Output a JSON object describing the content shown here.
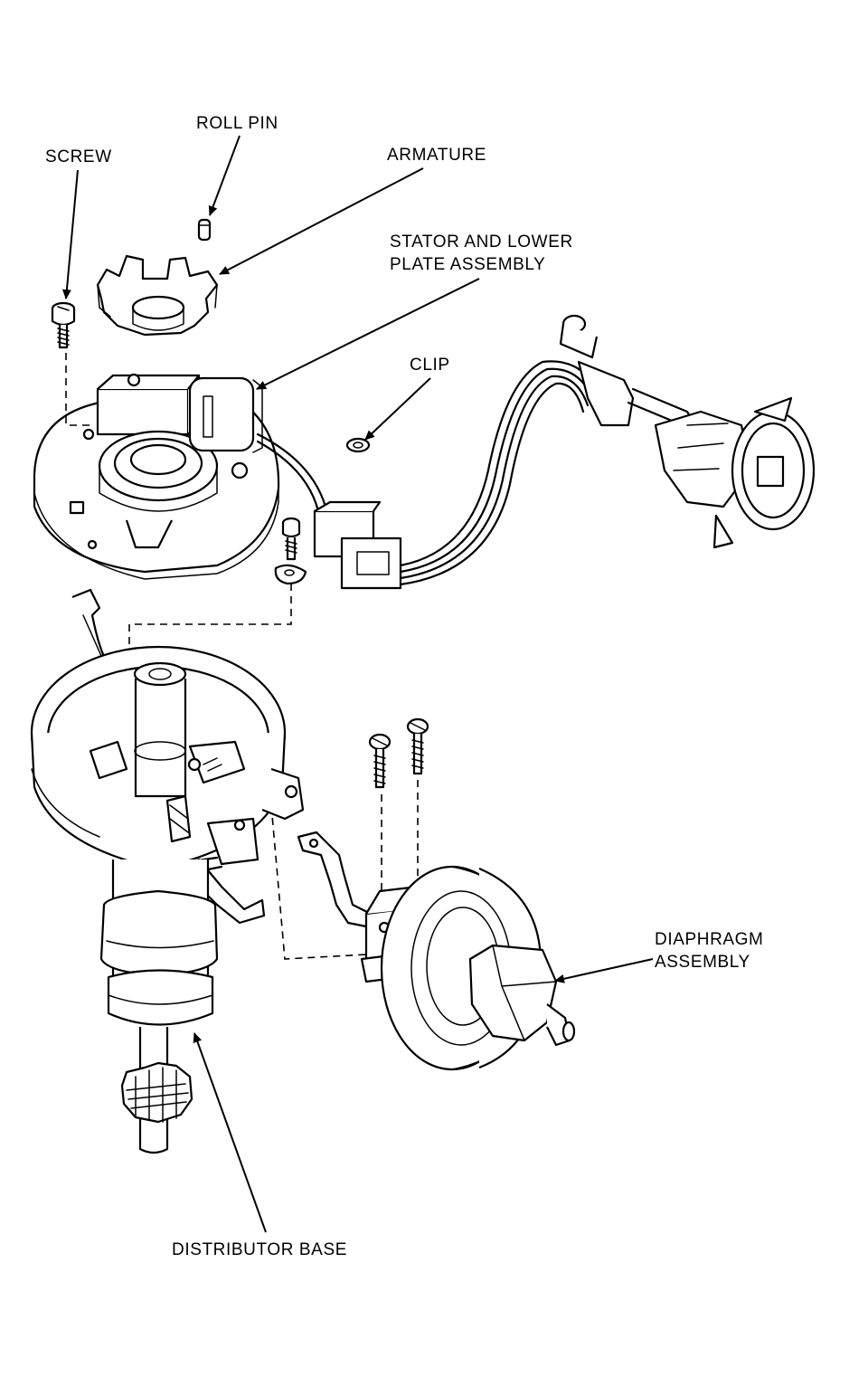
{
  "labels": {
    "roll_pin": "ROLL PIN",
    "screw": "SCREW",
    "armature": "ARMATURE",
    "stator_line1": "STATOR AND LOWER",
    "stator_line2": "PLATE ASSEMBLY",
    "clip": "CLIP",
    "diaphragm_line1": "DIAPHRAGM",
    "diaphragm_line2": "ASSEMBLY",
    "distributor_base": "DISTRIBUTOR BASE"
  }
}
